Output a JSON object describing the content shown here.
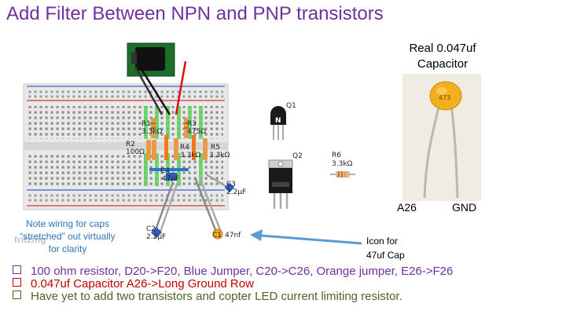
{
  "title": "Add Filter Between NPN and PNP transistors",
  "real_capacitor": {
    "title_line1": "Real 0.047uf",
    "title_line2": "Capacitor",
    "pin_left": "A26",
    "pin_right": "GND",
    "marking": "473"
  },
  "icon_note": {
    "line1": "Icon for",
    "line2": "47uf Cap"
  },
  "wiring_note": {
    "line1": "Note wiring for caps",
    "line2": "“stretched” out virtually",
    "line3": "for clarity"
  },
  "logo": "fritzing",
  "components": {
    "r1": "R1",
    "r1_val": "3.3kΩ",
    "r2": "R2",
    "r2_val": "100Ω",
    "r3": "R3",
    "r3_val": "475Ω",
    "r4": "R4",
    "r4_val": "3.3kΩ",
    "r5": "R5",
    "r5_val": "3.3kΩ",
    "r6": "R6",
    "r6_val": "3.3kΩ",
    "c1": "C1",
    "c1_val": "47nf",
    "c2": "C2",
    "c2_val": "2.2µF",
    "c3": "C3",
    "c3_val": "2.2µF",
    "c4": "C4",
    "c4_val": "47µF",
    "q1": "Q1",
    "q1_mark": "N",
    "q2": "Q2"
  },
  "bullets": [
    {
      "text": "100 ohm resistor, D20->F20, Blue Jumper, C20->C26, Orange jumper, E26->F26",
      "color": "#7030a0"
    },
    {
      "text": "0.047uf Capacitor A26->Long Ground Row",
      "color": "#c00000"
    },
    {
      "text": "Have yet to add two transistors and copter LED current limiting resistor.",
      "color": "#4f6228"
    }
  ]
}
